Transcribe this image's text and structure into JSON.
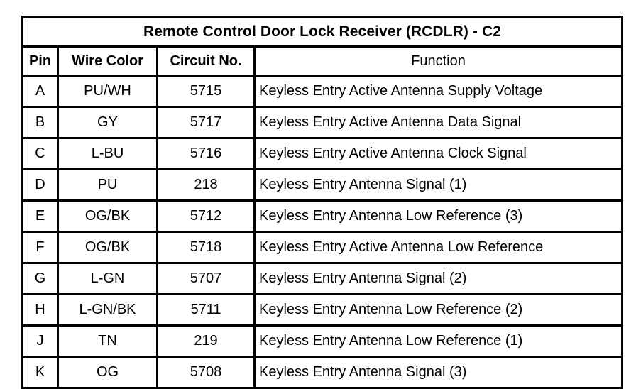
{
  "table": {
    "title": "Remote Control Door Lock Receiver (RCDLR) - C2",
    "columns": [
      {
        "key": "pin",
        "label": "Pin",
        "bold": true
      },
      {
        "key": "wire_color",
        "label": "Wire Color",
        "bold": true
      },
      {
        "key": "circuit_no",
        "label": "Circuit No.",
        "bold": true
      },
      {
        "key": "function",
        "label": "Function",
        "bold": false
      }
    ],
    "rows": [
      {
        "pin": "A",
        "wire_color": "PU/WH",
        "circuit_no": "5715",
        "function": "Keyless Entry Active Antenna Supply Voltage"
      },
      {
        "pin": "B",
        "wire_color": "GY",
        "circuit_no": "5717",
        "function": "Keyless Entry Active Antenna Data Signal"
      },
      {
        "pin": "C",
        "wire_color": "L-BU",
        "circuit_no": "5716",
        "function": "Keyless Entry Active Antenna Clock Signal"
      },
      {
        "pin": "D",
        "wire_color": "PU",
        "circuit_no": "218",
        "function": "Keyless Entry Antenna Signal (1)"
      },
      {
        "pin": "E",
        "wire_color": "OG/BK",
        "circuit_no": "5712",
        "function": "Keyless Entry Antenna Low Reference (3)"
      },
      {
        "pin": "F",
        "wire_color": "OG/BK",
        "circuit_no": "5718",
        "function": "Keyless Entry Active Antenna Low Reference"
      },
      {
        "pin": "G",
        "wire_color": "L-GN",
        "circuit_no": "5707",
        "function": "Keyless Entry Antenna Signal (2)"
      },
      {
        "pin": "H",
        "wire_color": "L-GN/BK",
        "circuit_no": "5711",
        "function": "Keyless Entry Antenna Low Reference (2)"
      },
      {
        "pin": "J",
        "wire_color": "TN",
        "circuit_no": "219",
        "function": "Keyless Entry Antenna Low Reference (1)"
      },
      {
        "pin": "K",
        "wire_color": "OG",
        "circuit_no": "5708",
        "function": "Keyless Entry Antenna Signal (3)"
      }
    ]
  },
  "colors": {
    "border": "#000000",
    "text": "#000000",
    "background": "#ffffff"
  }
}
